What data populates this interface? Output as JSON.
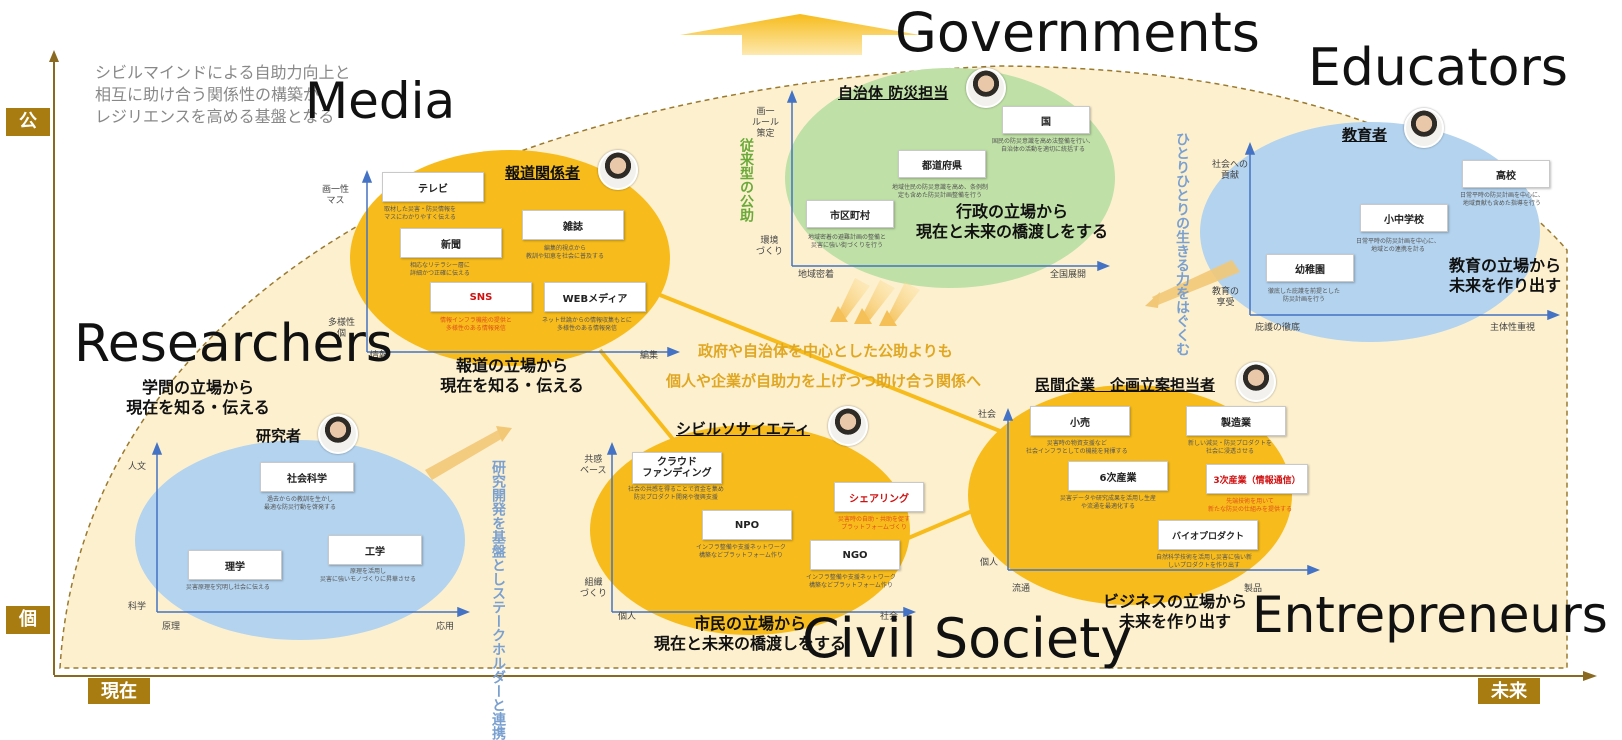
{
  "labels": {
    "public": "公",
    "individual": "個",
    "present": "現在",
    "future": "未来"
  },
  "intro": [
    "シビルマインドによる自助力向上と",
    "相互に助け合う関係性の構築が",
    "レジリエンスを高める基盤となる"
  ],
  "overlays": {
    "governments": "Governments",
    "educators": "Educators",
    "media": "Media",
    "researchers": "Researchers",
    "civil_society": "Civil Society",
    "entrepreneurs": "Entrepreneurs"
  },
  "center_message": [
    "政府や自治体を中心とした公助よりも",
    "個人や企業が自助力を上げつつ助け合う関係へ"
  ],
  "government": {
    "header": "自治体 防災担当",
    "vertical_label": "従来型の公助",
    "y_axis": [
      "画一",
      "ルール",
      "策定"
    ],
    "y_axis_low": [
      "環境",
      "づくり"
    ],
    "x_axis_left": "地域密着",
    "x_axis_right": "全国展開",
    "statement": [
      "行政の立場から",
      "現在と未来の橋渡しをする"
    ],
    "items": [
      {
        "label": "国",
        "desc": [
          "国民の防災意識を高め法整備を行い、",
          "自治体の活動を適切に統括する"
        ]
      },
      {
        "label": "都道府県",
        "desc": [
          "地域住民の防災意識を高め、条例制",
          "定も含めた防災計画整備を行う"
        ]
      },
      {
        "label": "市区町村",
        "desc": [
          "地域密着の避難計画の整備と",
          "災害に強い街づくりを行う"
        ]
      }
    ]
  },
  "educators": {
    "header": "教育者",
    "vertical_label": "ひとりひとりの生きる力をはぐくむ",
    "y_axis_top": [
      "社会への",
      "貢献"
    ],
    "y_axis_low": [
      "教育の",
      "享受"
    ],
    "x_axis_left": "庇護の徹底",
    "x_axis_right": "主体性重視",
    "statement": [
      "教育の立場から",
      "未来を作り出す"
    ],
    "items": [
      {
        "label": "高校",
        "desc": [
          "日常平時の防災計画を中心に、",
          "地域貢献も含めた指導を行う"
        ]
      },
      {
        "label": "小中学校",
        "desc": [
          "日常平時の防災計画を中心に、",
          "地域との連携を計る"
        ]
      },
      {
        "label": "幼稚園",
        "desc": [
          "徹底した庇護を前提とした",
          "防災計画を行う"
        ]
      }
    ]
  },
  "media": {
    "header": "報道関係者",
    "y_axis_top": [
      "画一性",
      "マス"
    ],
    "y_axis_low": [
      "多様性",
      "個"
    ],
    "x_axis_left": "情報",
    "x_axis_right": "編集",
    "statement": [
      "報道の立場から",
      "現在を知る・伝える"
    ],
    "items": [
      {
        "label": "テレビ",
        "desc": [
          "取材した災害・防災情報を",
          "マスにわかりやすく伝える"
        ]
      },
      {
        "label": "雑誌",
        "desc": [
          "編集的視点から",
          "教訓や知恵を社会に普及する"
        ]
      },
      {
        "label": "新聞",
        "desc": [
          "相応なリテラシー層に",
          "詳細かつ正確に伝える"
        ]
      },
      {
        "label": "SNS",
        "desc": [
          "情報インフラ機能の提供と",
          "多様性のある情報発信"
        ]
      },
      {
        "label": "WEBメディア",
        "desc": [
          "ネット世論からの情報収集もとに",
          "多様性のある情報発信"
        ]
      }
    ]
  },
  "researchers": {
    "header": "研究者",
    "vertical_label": "研究開発を基盤としステークホルダーと連携",
    "statement": [
      "学問の立場から",
      "現在を知る・伝える"
    ],
    "y_axis_top": "人文",
    "y_axis_low": "科学",
    "x_axis_left": "原理",
    "x_axis_right": "応用",
    "items": [
      {
        "label": "社会科学",
        "desc": [
          "過去からの教訓を生かし",
          "最適な防災行動を啓発する"
        ]
      },
      {
        "label": "理学",
        "desc": [
          "災害原理を究明し社会に伝える"
        ]
      },
      {
        "label": "工学",
        "desc": [
          "原理を活用し",
          "災害に強いモノづくりに昇華させる"
        ]
      }
    ]
  },
  "civil_society": {
    "header": "シビルソサイエティ",
    "y_axis_top": [
      "共感",
      "ベース"
    ],
    "y_axis_low": [
      "組織",
      "づくり"
    ],
    "x_axis_left": "個人",
    "x_axis_right": "社会",
    "statement": [
      "市民の立場から",
      "現在と未来の橋渡しをする"
    ],
    "items": [
      {
        "label": "クラウド\nファンディング",
        "desc": [
          "社会の共感を得ることで資金を集め",
          "防災プロダクト開発や復興支援"
        ]
      },
      {
        "label": "シェアリング",
        "desc": [
          "災害時の自助・共助を促す",
          "プラットフォームづくり"
        ]
      },
      {
        "label": "NPO",
        "desc": [
          "インフラ整備や支援ネットワーク",
          "構築などプラットフォーム作り"
        ]
      },
      {
        "label": "NGO",
        "desc": [
          "インフラ整備や支援ネットワーク",
          "構築などプラットフォーム作り"
        ]
      }
    ]
  },
  "business": {
    "header": "民間企業　企画立案担当者",
    "y_axis_top": "社会",
    "y_axis_low": "個人",
    "x_axis_left": "流通",
    "x_axis_right": "製品",
    "statement": [
      "ビジネスの立場から",
      "未来を作り出す"
    ],
    "items": [
      {
        "label": "小売",
        "desc": [
          "災害時の物資支援など",
          "社会インフラとしての機能を発揮する"
        ]
      },
      {
        "label": "製造業",
        "desc": [
          "新しい減災・防災プロダクトを",
          "社会に浸透させる"
        ]
      },
      {
        "label": "6次産業",
        "desc": [
          "災害データや研究成果を活用し生産",
          "や流通を最適化する"
        ]
      },
      {
        "label": "3次産業（情報通信）",
        "desc": [
          "先端技術を用いて",
          "新たな防災の仕組みを提供する"
        ]
      },
      {
        "label": "バイオプロダクト",
        "desc": [
          "自然科学技術を活用し災害に強い新",
          "しいプロダクトを作り出す"
        ]
      }
    ]
  },
  "colors": {
    "orange": "#f7bc1c",
    "green": "#bfe0a6",
    "blue": "#b3d3ee",
    "cream": "#fdf0cf",
    "tag": "#a87c10",
    "axis": "#8a6a20"
  }
}
